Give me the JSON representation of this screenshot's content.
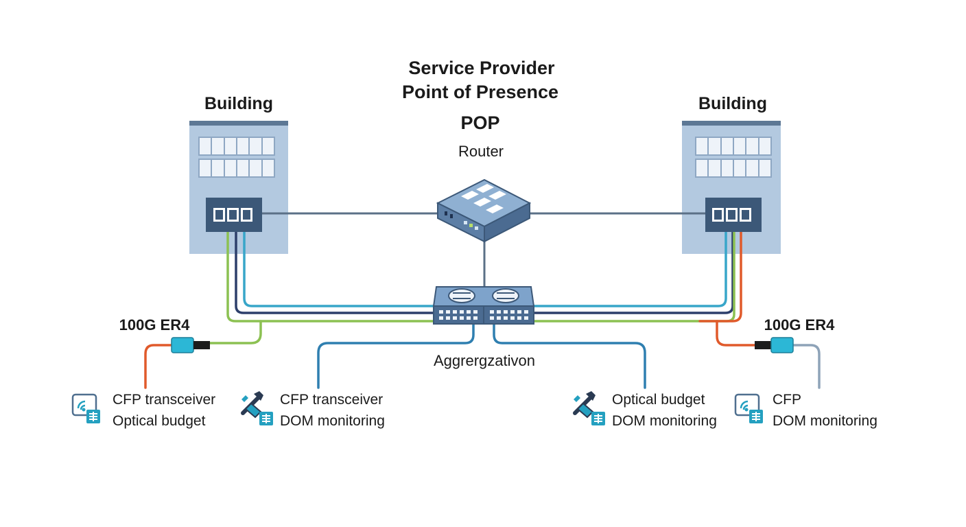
{
  "title": {
    "line1": "Service Provider",
    "line2": "Point of Presence",
    "pop": "POP",
    "router": "Router"
  },
  "buildings": {
    "left": "Building",
    "right": "Building"
  },
  "aggregation_label": "Aggrergzativon",
  "transceiver_tags": {
    "left": "100G ER4",
    "right": "100G ER4"
  },
  "captions": [
    {
      "icon": "monitor-icon",
      "line1": "CFP transceiver",
      "line2": "Optical budget"
    },
    {
      "icon": "tool-icon",
      "line1": "CFP transceiver",
      "line2": "DOM monitoring"
    },
    {
      "icon": "tool-icon",
      "line1": "Optical budget",
      "line2": "DOM monitoring"
    },
    {
      "icon": "monitor-icon",
      "line1": "CFP",
      "line2": "DOM monitoring"
    }
  ],
  "colors": {
    "building_fill": "#b3c9e0",
    "building_top": "#5d7895",
    "device_blue": "#6a8db5",
    "device_dark": "#3c5878",
    "fiber_gray": "#5b7087",
    "fiber_cyan": "#38a6c9",
    "fiber_navy": "#2d3f6b",
    "fiber_green": "#8cc152",
    "fiber_orange": "#e05a2b",
    "fiber_blue": "#2f7fb0",
    "connector_cyan": "#2cb7d6",
    "icon_teal": "#24a0c0"
  }
}
